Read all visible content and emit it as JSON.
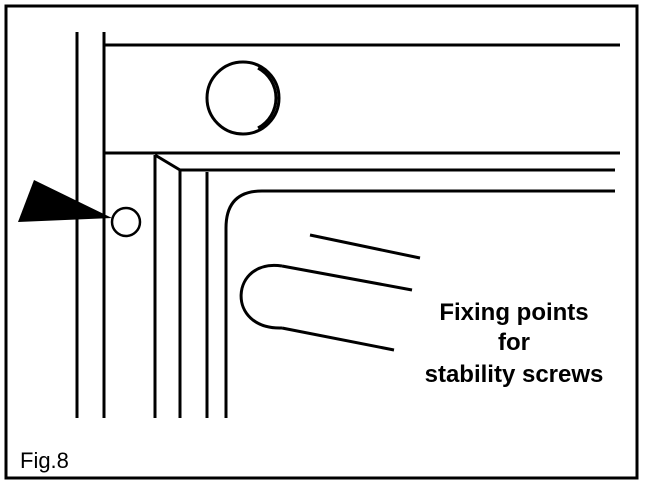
{
  "figure": {
    "label": "Fig.8",
    "caption": {
      "line1": "Fixing points",
      "line2": "for",
      "line3": "stability screws"
    },
    "stroke_color": "#000000",
    "background_color": "#ffffff"
  }
}
